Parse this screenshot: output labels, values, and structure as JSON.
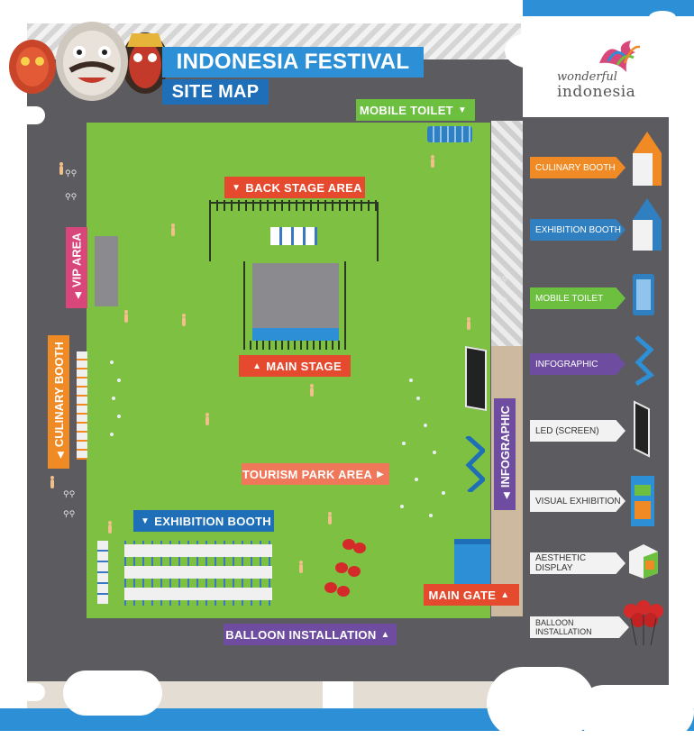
{
  "header": {
    "title": "INDONESIA FESTIVAL",
    "subtitle": "SITE MAP",
    "logo_script": "wonderful",
    "logo_word": "indonesia"
  },
  "map_labels": {
    "mobile_toilet": "MOBILE TOILET",
    "back_stage_area": "BACK STAGE AREA",
    "vip_area": "VIP AREA",
    "main_stage": "MAIN STAGE",
    "culinary_booth": "CULINARY BOOTH",
    "infographic": "INFOGRAPHIC",
    "tourism_park_area": "TOURISM PARK AREA",
    "exhibition_booth": "EXHIBITION BOOTH",
    "main_gate": "MAIN GATE",
    "balloon_installation": "BALLOON INSTALLATION"
  },
  "legend": [
    {
      "label": "CULINARY BOOTH",
      "color": "#f08a24",
      "icon": "culinary-booth-icon"
    },
    {
      "label": "EXHIBITION BOOTH",
      "color": "#2f7fc1",
      "icon": "exhibition-booth-icon"
    },
    {
      "label": "MOBILE TOILET",
      "color": "#6cbf3f",
      "icon": "mobile-toilet-icon"
    },
    {
      "label": "INFOGRAPHIC",
      "color": "#6e4ca0",
      "icon": "infographic-icon"
    },
    {
      "label": "LED (SCREEN)",
      "color": "#f2f2f2",
      "icon": "led-screen-icon"
    },
    {
      "label": "VISUAL EXHIBITION",
      "color": "#f2f2f2",
      "icon": "visual-exhibition-icon"
    },
    {
      "label": "AESTHETIC DISPLAY",
      "color": "#f2f2f2",
      "icon": "aesthetic-display-icon"
    },
    {
      "label": "BALLOON INSTALLATION",
      "color": "#f2f2f2",
      "icon": "balloon-installation-icon"
    }
  ],
  "colors": {
    "title_blue": "#2d8fd5",
    "subtitle_blue": "#1f6fb8",
    "field_green": "#7ec142",
    "street_gray": "#5c5c60",
    "label_red": "#e64a2e",
    "label_green": "#6cbf3f",
    "label_purple": "#6e4ca0",
    "label_orange": "#f08a24",
    "label_salmon": "#f0785a",
    "label_pink": "#d9467a"
  }
}
